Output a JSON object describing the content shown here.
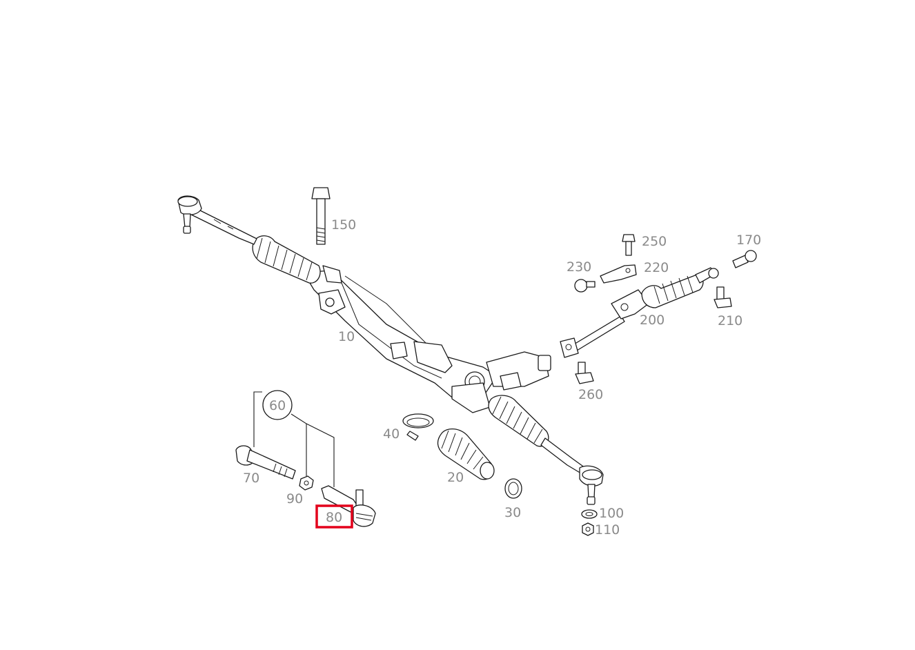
{
  "colors": {
    "highlight": "#e3001b",
    "label": "#8a8a8a",
    "line": "#1a1a1a"
  },
  "callouts": {
    "c10": "10",
    "c20": "20",
    "c30": "30",
    "c40": "40",
    "c60": "60",
    "c70": "70",
    "c80": "80",
    "c90": "90",
    "c100": "100",
    "c110": "110",
    "c150": "150",
    "c170": "170",
    "c200": "200",
    "c210": "210",
    "c220": "220",
    "c230": "230",
    "c250": "250",
    "c260": "260"
  },
  "highlighted_callout": "80"
}
